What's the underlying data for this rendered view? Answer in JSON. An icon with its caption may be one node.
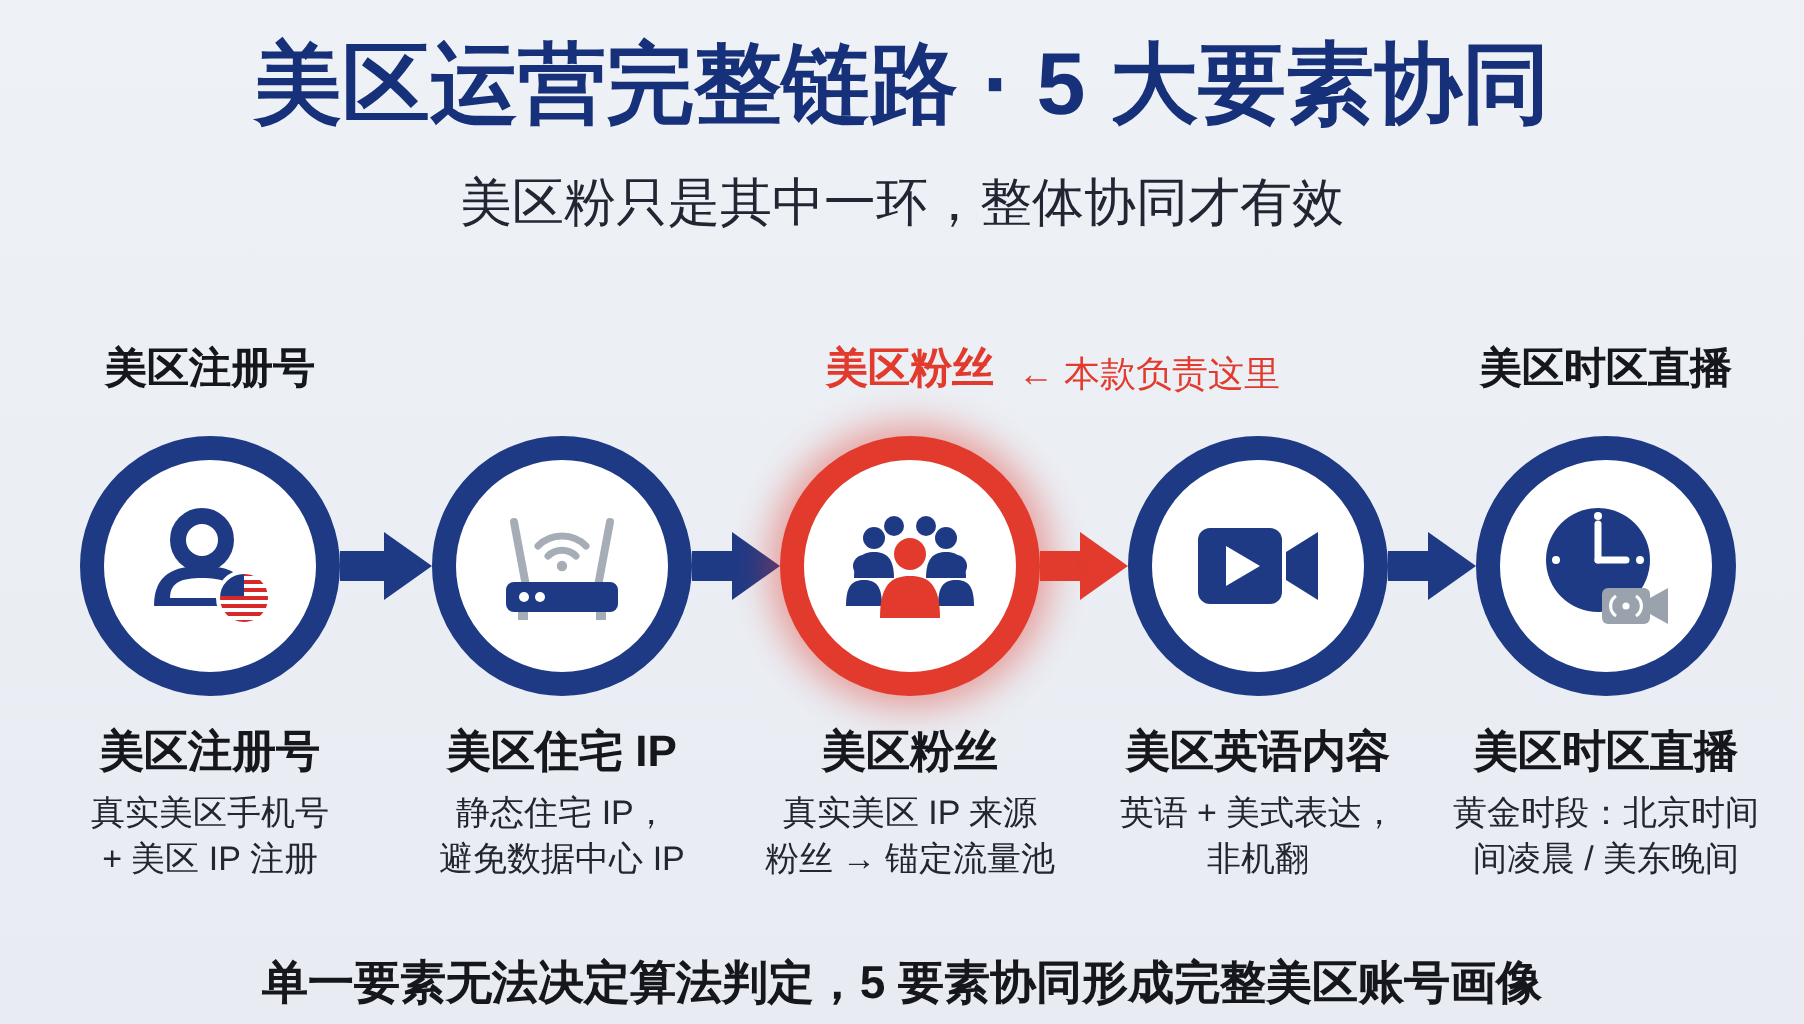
{
  "diagram": {
    "title": "美区运营完整链路 · 5 大要素协同",
    "caption": "单一要素无法决定算法判定，5 要素协同形成完整美区账号画像",
    "nodes": [
      {
        "text": [
          "美区注册号",
          "真实美区手机号+ 美区 IP 注册"
        ],
        "beside": [
          "美区注册号"
        ]
      },
      {
        "text": [
          "美区住宅 IP",
          "静态住宅 IP，避免数据中心 IP"
        ]
      },
      {
        "text": [
          "美区粉丝",
          "真实美区 IP 来源粉丝 → 锚定流量池"
        ],
        "beside": [
          "美区粉丝",
          "← 本款负责这里"
        ]
      },
      {
        "text": [
          "美区英语内容",
          "英语 + 美式表达，非机翻"
        ]
      },
      {
        "text": [
          "美区时区直播",
          "黄金时段：北京时间间凌晨 / 美东晚间"
        ],
        "beside": [
          "美区时区直播"
        ]
      }
    ],
    "edges": [
      {
        "from": 0,
        "to": 1,
        "arrow": "to"
      },
      {
        "from": 1,
        "to": 2,
        "arrow": "to"
      },
      {
        "from": 2,
        "to": 3,
        "arrow": "to",
        "color": "#e23b2e"
      },
      {
        "from": 3,
        "to": 4,
        "arrow": "to"
      }
    ],
    "labels": [
      "美区粉只是其中一环，整体协同才有效"
    ]
  }
}
